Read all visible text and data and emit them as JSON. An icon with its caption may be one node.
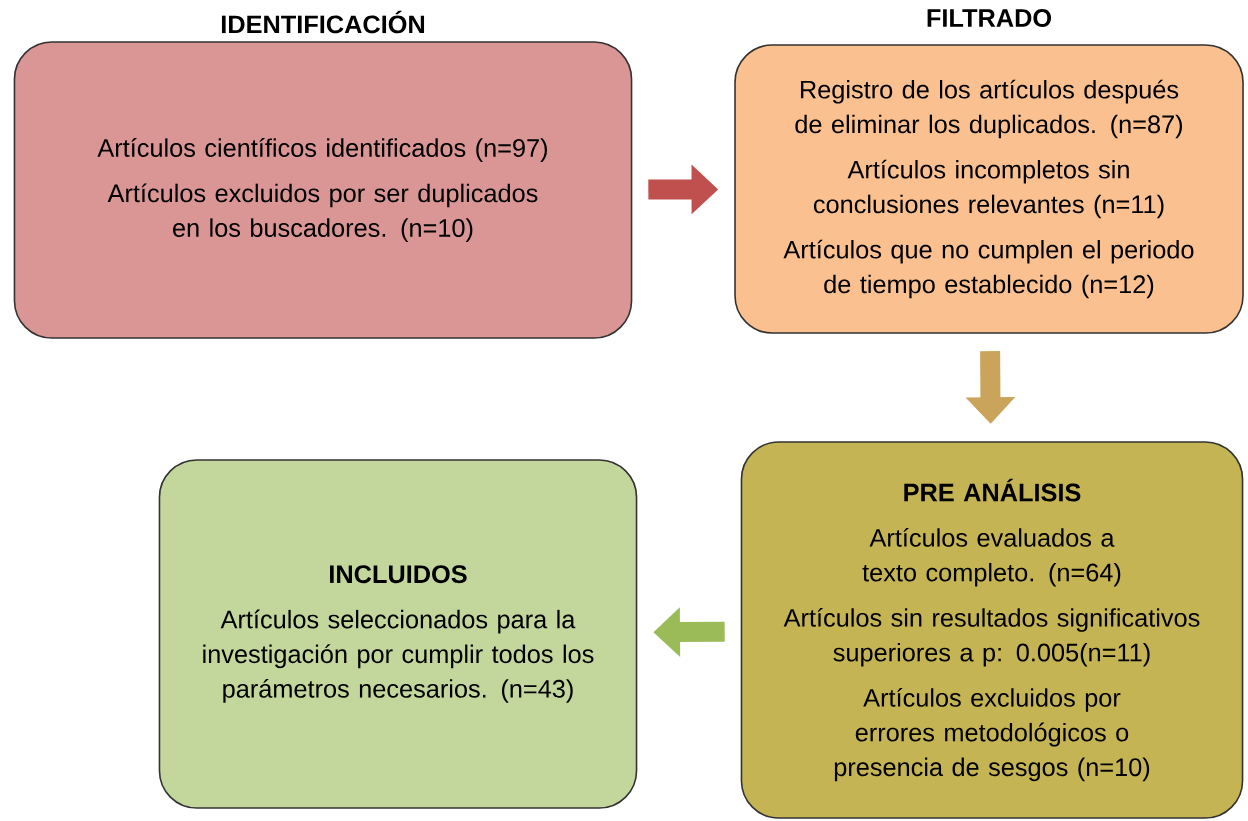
{
  "diagram": {
    "nodes": [
      {
        "text": [
          "IDENTIFICACIÓN",
          "Artículos científicos identificados (n=97)",
          "Artículos excluidos por ser duplicados en los buscadores. (n=10)"
        ]
      },
      {
        "text": [
          "FILTRADO",
          "Registro de los artículos después de eliminar los duplicados. (n=87)",
          "Artículos incompletos sin conclusiones relevantes (n=11)",
          "Artículos que no cumplen el periodo de tiempo establecido (n=12)"
        ]
      },
      {
        "text": [
          "PRE ANÁLISIS",
          "Artículos evaluados a texto completo. (n=64)",
          "Artículos sin resultados significativos superiores a p: 0.005(n=11)",
          "Artículos excluidos por errores metodológicos o presencia de sesgos (n=10)"
        ]
      },
      {
        "text": [
          "INCLUIDOS",
          "Artículos seleccionados para la investigación por cumplir todos los parámetros necesarios. (n=43)"
        ]
      }
    ],
    "edges": [
      {
        "from": 0,
        "to": 1,
        "arrow": "to",
        "color": "#c0504d"
      },
      {
        "from": 1,
        "to": 2,
        "arrow": "to",
        "color": "#c9a45a"
      },
      {
        "from": 2,
        "to": 3,
        "arrow": "to",
        "color": "#9bbb59"
      }
    ]
  }
}
